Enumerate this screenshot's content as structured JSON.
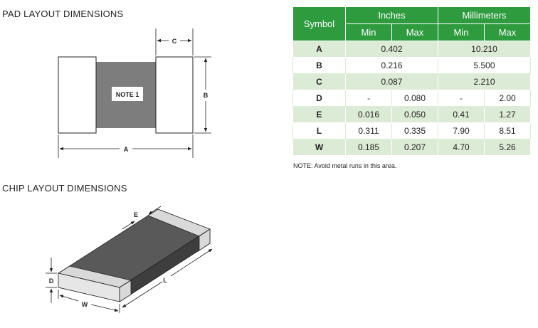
{
  "pad_section": {
    "title": "PAD LAYOUT DIMENSIONS",
    "note_label": "NOTE 1",
    "dims": {
      "a": "A",
      "b": "B",
      "c": "C"
    }
  },
  "chip_section": {
    "title": "CHIP LAYOUT DIMENSIONS",
    "dims": {
      "d": "D",
      "e": "E",
      "l": "L",
      "w": "W"
    }
  },
  "table": {
    "headers": {
      "symbol": "Symbol",
      "inches": "Inches",
      "millimeters": "Millimeters",
      "min": "Min",
      "max": "Max"
    },
    "rows": [
      {
        "symbol": "A",
        "in": "0.402",
        "mm": "10.210"
      },
      {
        "symbol": "B",
        "in": "0.216",
        "mm": "5.500"
      },
      {
        "symbol": "C",
        "in": "0.087",
        "mm": "2.210"
      },
      {
        "symbol": "D",
        "in_min": "-",
        "in_max": "0.080",
        "mm_min": "-",
        "mm_max": "2.00"
      },
      {
        "symbol": "E",
        "in_min": "0.016",
        "in_max": "0.050",
        "mm_min": "0.41",
        "mm_max": "1.27"
      },
      {
        "symbol": "L",
        "in_min": "0.311",
        "in_max": "0.335",
        "mm_min": "7.90",
        "mm_max": "8.51"
      },
      {
        "symbol": "W",
        "in_min": "0.185",
        "in_max": "0.207",
        "mm_min": "4.70",
        "mm_max": "5.26"
      }
    ],
    "note": "NOTE: Avoid metal runs in this area."
  },
  "colors": {
    "header_green": "#2e9b3f",
    "row_tint": "#dcebd5",
    "pad_gray": "#7d7d7d",
    "chip_dark": "#5a5a5a"
  }
}
